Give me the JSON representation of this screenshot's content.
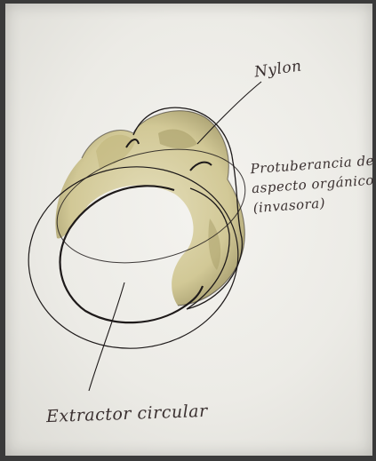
{
  "labels": {
    "nylon": "Nylon",
    "protuberancia_line1": "Protuberancia de",
    "protuberancia_line2": "aspecto orgánico",
    "protuberancia_line3": "(invasora)",
    "extractor": "Extractor circular"
  },
  "colors": {
    "paper": "#ecebe6",
    "ink": "#1e1a1a",
    "growth_fill": "#d9d3ad",
    "growth_shade": "#8c8450"
  }
}
